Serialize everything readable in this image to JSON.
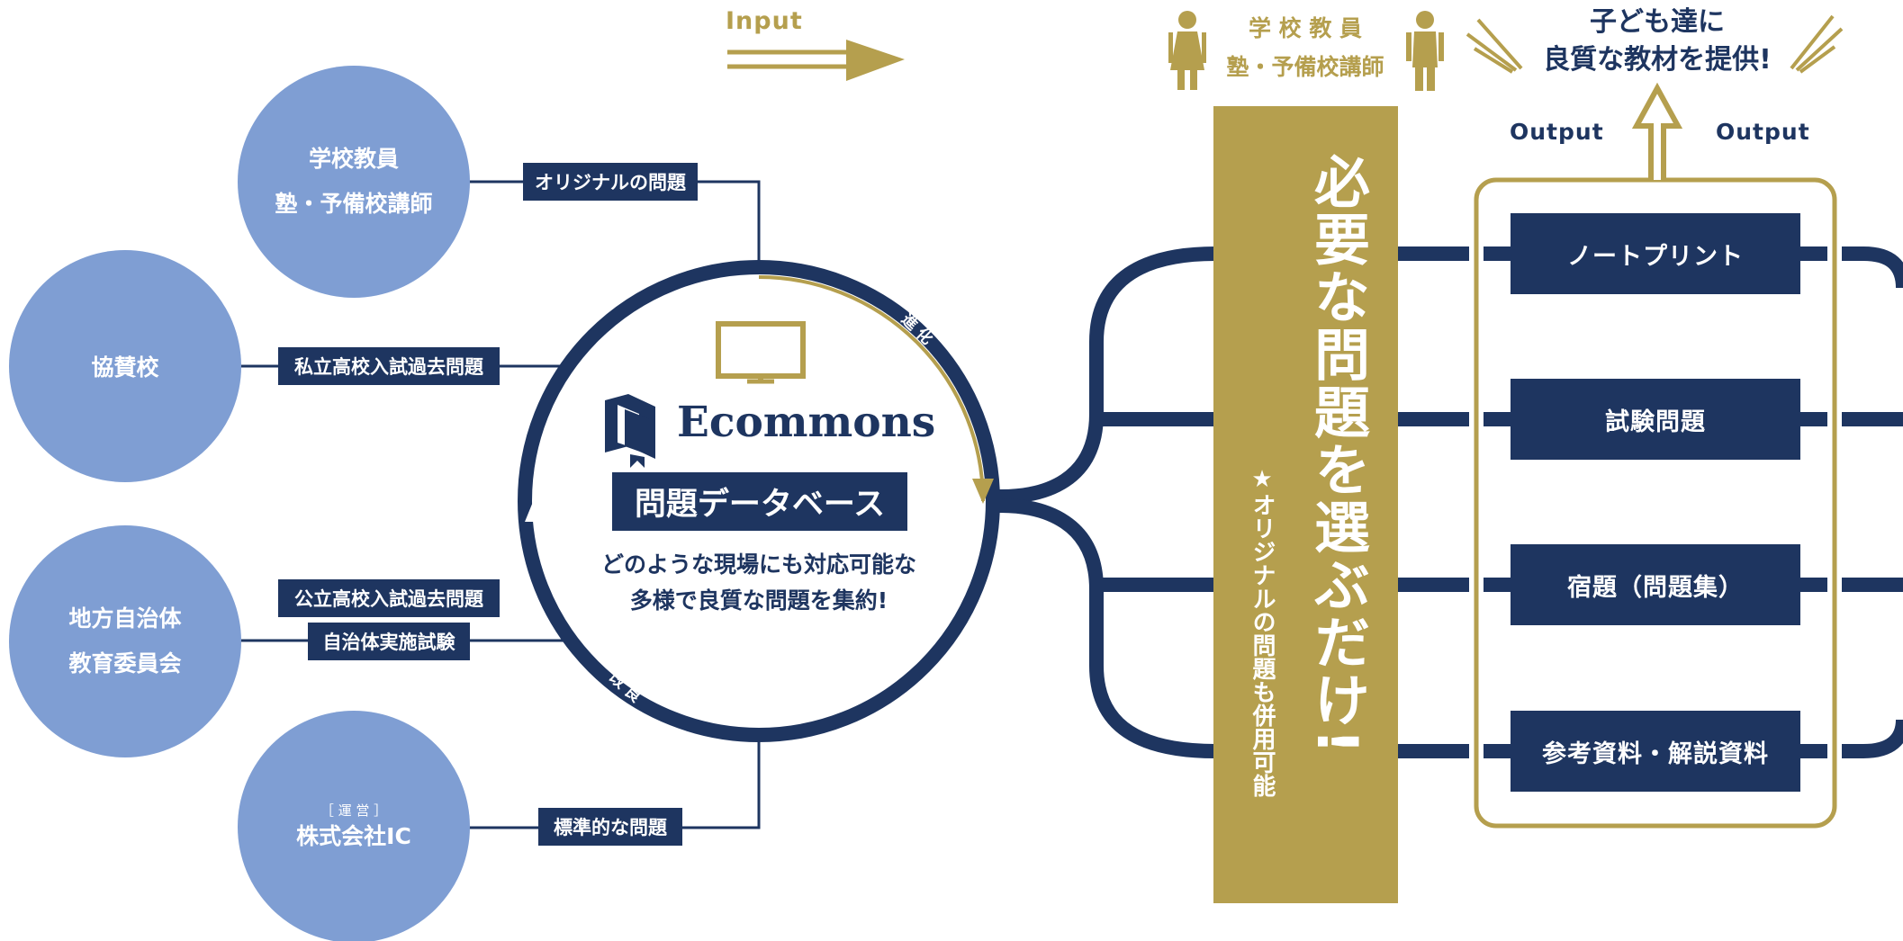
{
  "input": {
    "label": "Input"
  },
  "sources": [
    {
      "lines": [
        "学校教員",
        "塾・予備校講師"
      ]
    },
    {
      "lines": [
        "協賛校"
      ]
    },
    {
      "lines": [
        "地方自治体",
        "教育委員会"
      ]
    },
    {
      "small": "［ 運 営 ］",
      "lines": [
        "株式会社IC"
      ]
    }
  ],
  "source_labels": {
    "original": "オリジナルの問題",
    "private_exam": "私立高校入試過去問題",
    "public_exam": "公立高校入試過去問題",
    "local_test": "自治体実施試験",
    "standard": "標準的な問題"
  },
  "database": {
    "brand": "Ecommons",
    "title": "問題データベース",
    "desc_line1": "どのような現場にも対応可能な",
    "desc_line2": "多様で良質な問題を集約!",
    "arc_top": "進 化",
    "arc_bottom": "改 良"
  },
  "users": {
    "line1": "学 校 教 員",
    "line2": "塾・予備校講師"
  },
  "select": {
    "main": "必要な問題を選ぶだけ!",
    "sub": "★オリジナルの問題も併用可能"
  },
  "outputs": {
    "label_left": "Output",
    "label_right": "Output",
    "items": [
      "ノートプリント",
      "試験問題",
      "宿題（問題集）",
      "参考資料・解説資料"
    ]
  },
  "goal": {
    "line1": "子ども達に",
    "line2": "良質な教材を提供!"
  },
  "colors": {
    "navy": "#1e3560",
    "gold": "#b59f4e",
    "blue": "#7f9ed3"
  }
}
